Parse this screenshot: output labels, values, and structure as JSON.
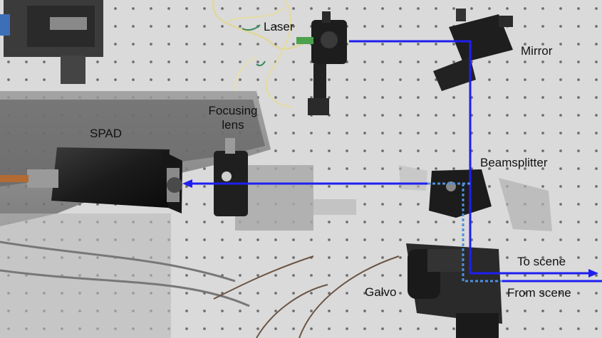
{
  "labels": {
    "laser": "Laser",
    "mirror": "Mirror",
    "focusing_lens_line1": "Focusing",
    "focusing_lens_line2": "lens",
    "spad": "SPAD",
    "beamsplitter": "Beamsplitter",
    "to_scene": "To scene",
    "from_scene": "From scene",
    "galvo": "Galvo"
  },
  "colors": {
    "beam": "#1f1ff0",
    "return_beam": "#4d8fe0",
    "table": "#d9d9d9",
    "hole": "#7a7a7a"
  }
}
